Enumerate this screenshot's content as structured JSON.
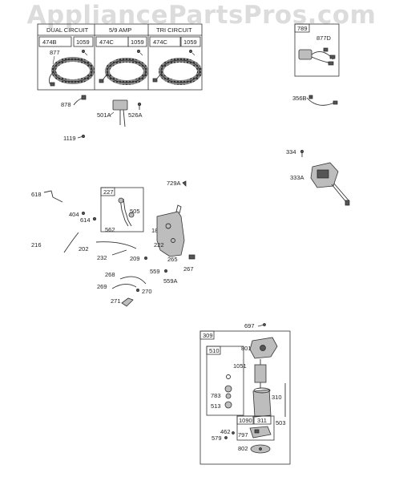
{
  "watermark": "AppliancePartsPros.com",
  "coil_headers": [
    "DUAL CIRCUIT",
    "5/9 AMP",
    "TRI CIRCUIT"
  ],
  "labels": {
    "l474B": "474B",
    "l1059a": "1059",
    "l474C1": "474C",
    "l1059b": "1059",
    "l474C2": "474C",
    "l1059c": "1059",
    "l877": "877",
    "l789": "789",
    "l877D": "877D",
    "l878": "878",
    "l501A": "501A",
    "l526A": "526A",
    "l356B": "356B",
    "l1119": "1119",
    "l334": "334",
    "l333A": "333A",
    "l618": "618",
    "l227": "227",
    "l729A": "729A",
    "l404": "404",
    "l614": "614",
    "l505": "505",
    "l562": "562",
    "l188": "188",
    "l216": "216",
    "l202": "202",
    "l222": "222",
    "l232": "232",
    "l209": "209",
    "l265": "265",
    "l267": "267",
    "l559": "559",
    "l268": "268",
    "l559A": "559A",
    "l269": "269",
    "l270": "270",
    "l271": "271",
    "l697": "697",
    "l309": "309",
    "l510": "510",
    "l801": "801",
    "l1051": "1051",
    "l783": "783",
    "l310": "310",
    "l513": "513",
    "l1090": "1090",
    "l311": "311",
    "l503": "503",
    "l462": "462",
    "l797": "797",
    "l579": "579",
    "l802": "802"
  },
  "icons": [
    "alternator-coil-icon",
    "wire-harness-icon",
    "rectifier-icon",
    "solenoid-icon",
    "throttle-bracket-icon",
    "starter-motor-icon",
    "screw-icon"
  ]
}
